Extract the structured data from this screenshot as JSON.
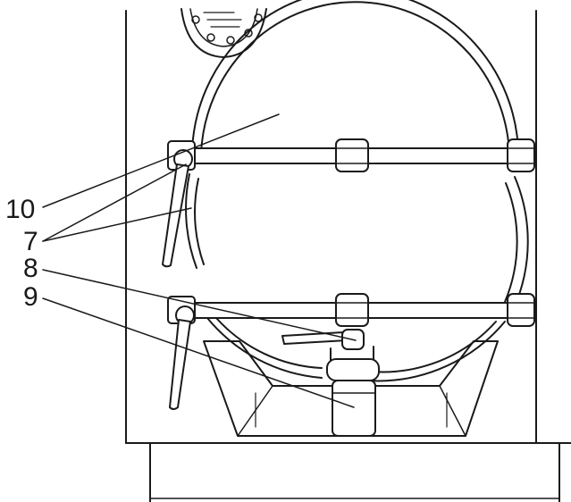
{
  "callouts": [
    {
      "id": "10",
      "label": "10"
    },
    {
      "id": "7",
      "label": "7"
    },
    {
      "id": "8",
      "label": "8"
    },
    {
      "id": "9",
      "label": "9"
    }
  ],
  "colors": {
    "line": "#1a1a1a",
    "background": "#ffffff"
  }
}
